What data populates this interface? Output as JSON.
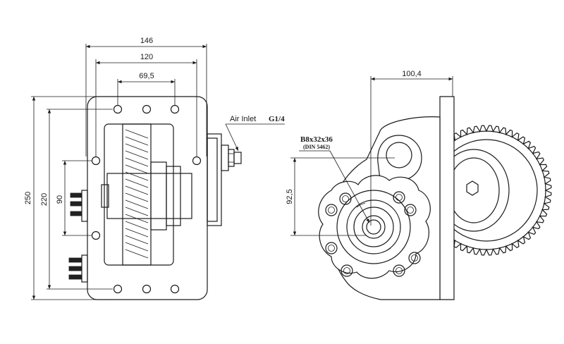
{
  "dimensions": {
    "width_146": "146",
    "width_120": "120",
    "width_69_5": "69,5",
    "width_100_4": "100,4",
    "height_250": "250",
    "height_220": "220",
    "height_90": "90",
    "height_92_5": "92,5"
  },
  "labels": {
    "air_inlet": "Air Inlet",
    "thread": "G1/4",
    "spline": "B8x32x36",
    "spline_std": "(DIN 5462)"
  }
}
